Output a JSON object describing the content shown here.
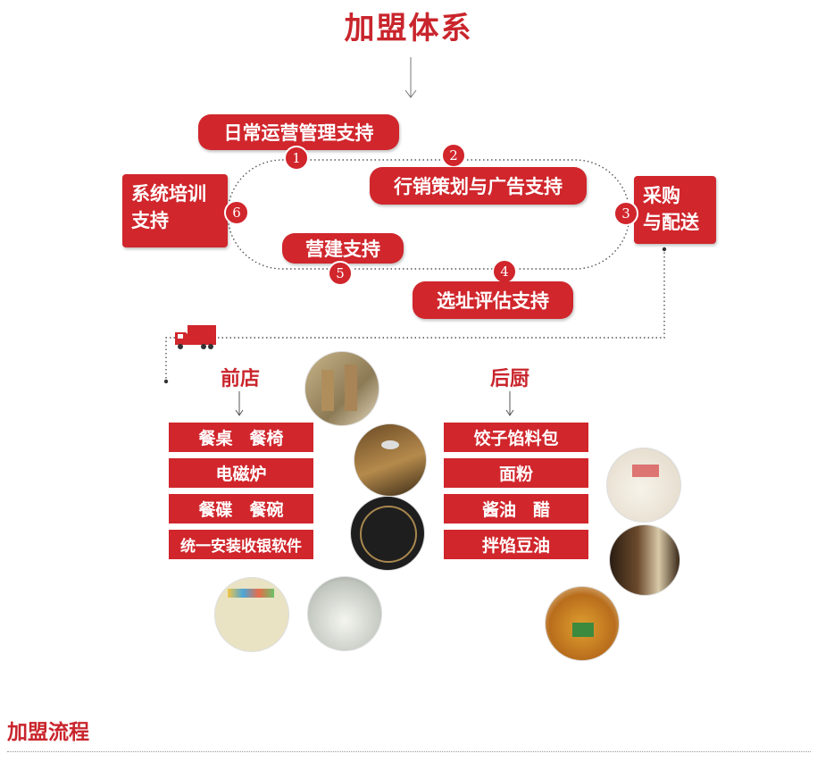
{
  "title": "加盟体系",
  "cycle": {
    "daily": "日常运营管理支持",
    "marketing": "行销策划与广告支持",
    "purchase_line1": "采购",
    "purchase_line2": "与配送",
    "site": "选址评估支持",
    "build": "营建支持",
    "training_line1": "系统培训",
    "training_line2": "支持",
    "numbers": [
      "1",
      "2",
      "3",
      "4",
      "5",
      "6"
    ]
  },
  "front": {
    "heading": "前店",
    "items": [
      "餐桌　餐椅",
      "电磁炉",
      "餐碟　餐碗",
      "统一安装收银软件"
    ]
  },
  "kitchen": {
    "heading": "后厨",
    "items": [
      "饺子馅料包",
      "面粉",
      "酱油　醋",
      "拌馅豆油"
    ]
  },
  "footer": {
    "title": "加盟流程"
  },
  "colors": {
    "brand_red": "#d0262c"
  }
}
